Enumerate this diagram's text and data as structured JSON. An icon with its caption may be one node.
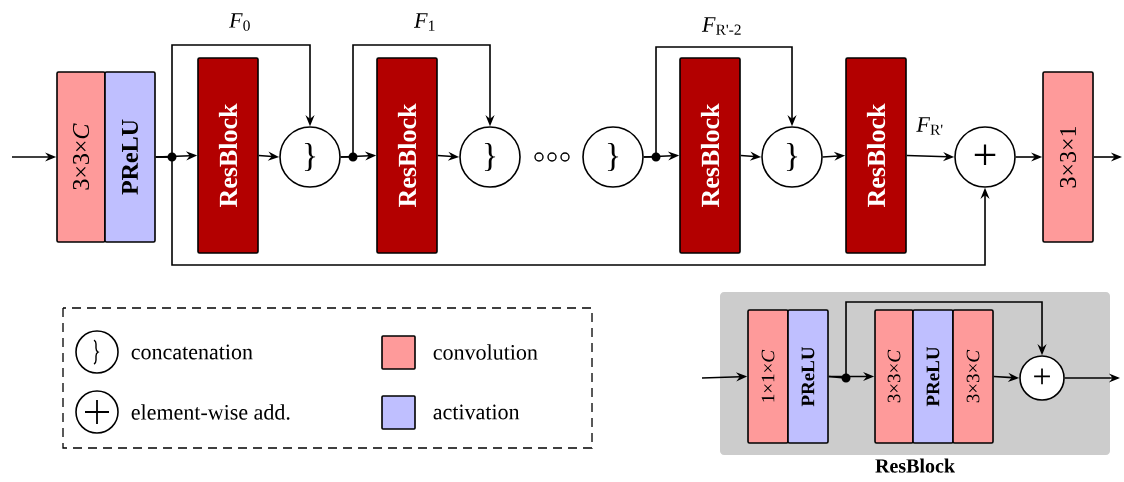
{
  "diagram": {
    "nodes": [
      {
        "text": [
          "3×3×*C*"
        ]
      },
      {
        "text": [
          "PReLU"
        ]
      },
      {
        "text": [
          "ResBlock"
        ]
      },
      {
        "text": [
          "}"
        ]
      },
      {
        "text": [
          "ResBlock"
        ]
      },
      {
        "text": [
          "}"
        ]
      },
      {
        "text": [
          "}"
        ]
      },
      {
        "text": [
          "ResBlock"
        ]
      },
      {
        "text": [
          "}"
        ]
      },
      {
        "text": [
          "ResBlock"
        ]
      },
      {
        "text": [
          "+"
        ]
      },
      {
        "text": [
          "3×3×1"
        ]
      },
      {
        "text": [
          "ResBlock"
        ]
      },
      {
        "text": [
          "1×1×*C*"
        ],
        "in": 12
      },
      {
        "text": [
          "PReLU"
        ],
        "in": 12
      },
      {
        "text": [
          "3×3×*C*"
        ],
        "in": 12
      },
      {
        "text": [
          "PReLU"
        ],
        "in": 12
      },
      {
        "text": [
          "3×3×*C*"
        ],
        "in": 12
      },
      {
        "text": [
          "+"
        ],
        "in": 12
      }
    ],
    "edges": [
      {
        "from": null,
        "to": 0,
        "arrow": "to"
      },
      {
        "from": 1,
        "to": 2,
        "arrow": "to"
      },
      {
        "from": 1,
        "to": 3,
        "arrow": "to",
        "label": "*F*$_{0}$"
      },
      {
        "from": 1,
        "to": 10,
        "arrow": "to"
      },
      {
        "from": 2,
        "to": 3,
        "arrow": "to"
      },
      {
        "from": 3,
        "to": 4,
        "arrow": "to"
      },
      {
        "from": 3,
        "to": 5,
        "arrow": "to",
        "label": "*F*$_{1}$"
      },
      {
        "from": 4,
        "to": 5,
        "arrow": "to"
      },
      {
        "from": 6,
        "to": 7,
        "arrow": "to"
      },
      {
        "from": 6,
        "to": 8,
        "arrow": "to",
        "label": "*F*$_{R'-2}$"
      },
      {
        "from": 7,
        "to": 8,
        "arrow": "to"
      },
      {
        "from": 8,
        "to": 9,
        "arrow": "to"
      },
      {
        "from": 9,
        "to": 10,
        "arrow": "to",
        "label": "*F*$_{R'}$"
      },
      {
        "from": 10,
        "to": 11,
        "arrow": "to"
      },
      {
        "from": 11,
        "to": null,
        "arrow": "to"
      },
      {
        "from": null,
        "to": 13,
        "arrow": "to"
      },
      {
        "from": 14,
        "to": 15,
        "arrow": "to"
      },
      {
        "from": 14,
        "to": 18,
        "arrow": "to"
      },
      {
        "from": 17,
        "to": 18,
        "arrow": "to"
      },
      {
        "from": 18,
        "to": null,
        "arrow": "to"
      }
    ],
    "legend": [
      {
        "text": "concatenation"
      },
      {
        "text": "convolution",
        "color": "#fe9a9a"
      },
      {
        "text": "element-wise add."
      },
      {
        "text": "activation",
        "color": "#bfbfff"
      }
    ]
  }
}
